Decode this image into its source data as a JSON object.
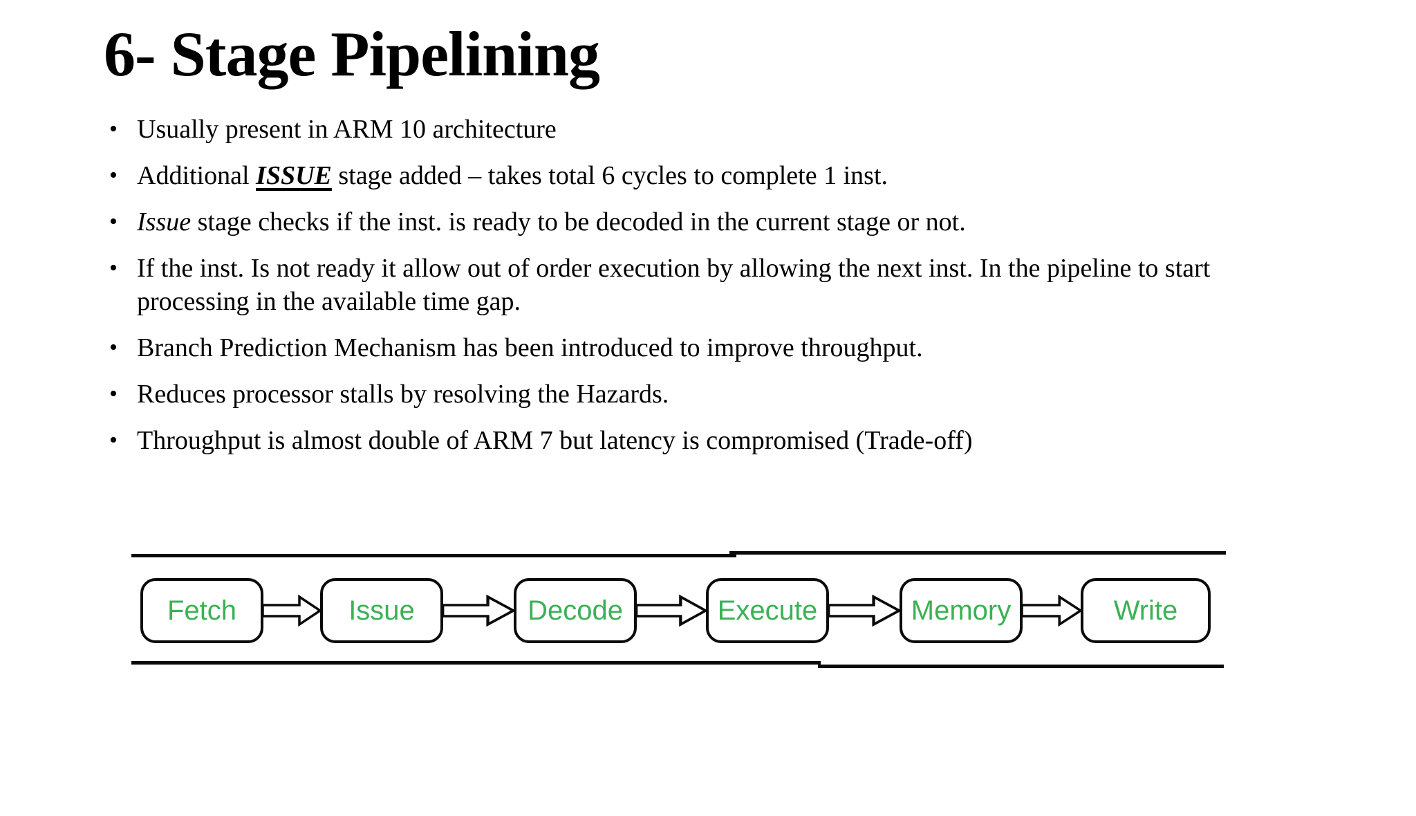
{
  "slide": {
    "title": "6- Stage Pipelining",
    "bullet_char": "•",
    "bullets": [
      {
        "segments": [
          {
            "text": "Usually present in ARM 10 architecture",
            "style": "plain"
          }
        ]
      },
      {
        "segments": [
          {
            "text": "Additional ",
            "style": "plain"
          },
          {
            "text": "ISSUE",
            "style": "bold-italic-underline"
          },
          {
            "text": " stage added – takes total 6 cycles to complete 1 inst.",
            "style": "plain"
          }
        ]
      },
      {
        "segments": [
          {
            "text": "Issue",
            "style": "italic"
          },
          {
            "text": " stage checks if the inst. is ready to be decoded in the current stage or not.",
            "style": "plain"
          }
        ]
      },
      {
        "segments": [
          {
            "text": "If the inst. Is not ready it allow out of order execution by allowing the next inst. In the pipeline to start processing in the available time gap.",
            "style": "plain"
          }
        ]
      },
      {
        "segments": [
          {
            "text": "Branch Prediction Mechanism has been introduced to improve throughput.",
            "style": "plain"
          }
        ]
      },
      {
        "segments": [
          {
            "text": "Reduces processor stalls by resolving the Hazards.",
            "style": "plain"
          }
        ]
      },
      {
        "segments": [
          {
            "text": "Throughput is almost double of ARM 7 but latency is compromised (Trade-off)",
            "style": "plain"
          }
        ]
      }
    ]
  },
  "diagram": {
    "stages": [
      "Fetch",
      "Issue",
      "Decode",
      "Execute",
      "Memory",
      "Write"
    ],
    "arrow_icon": "block-arrow-right",
    "colors": {
      "stage_text": "#3bb155",
      "outline": "#0a0a0a",
      "fill": "#ffffff"
    }
  }
}
